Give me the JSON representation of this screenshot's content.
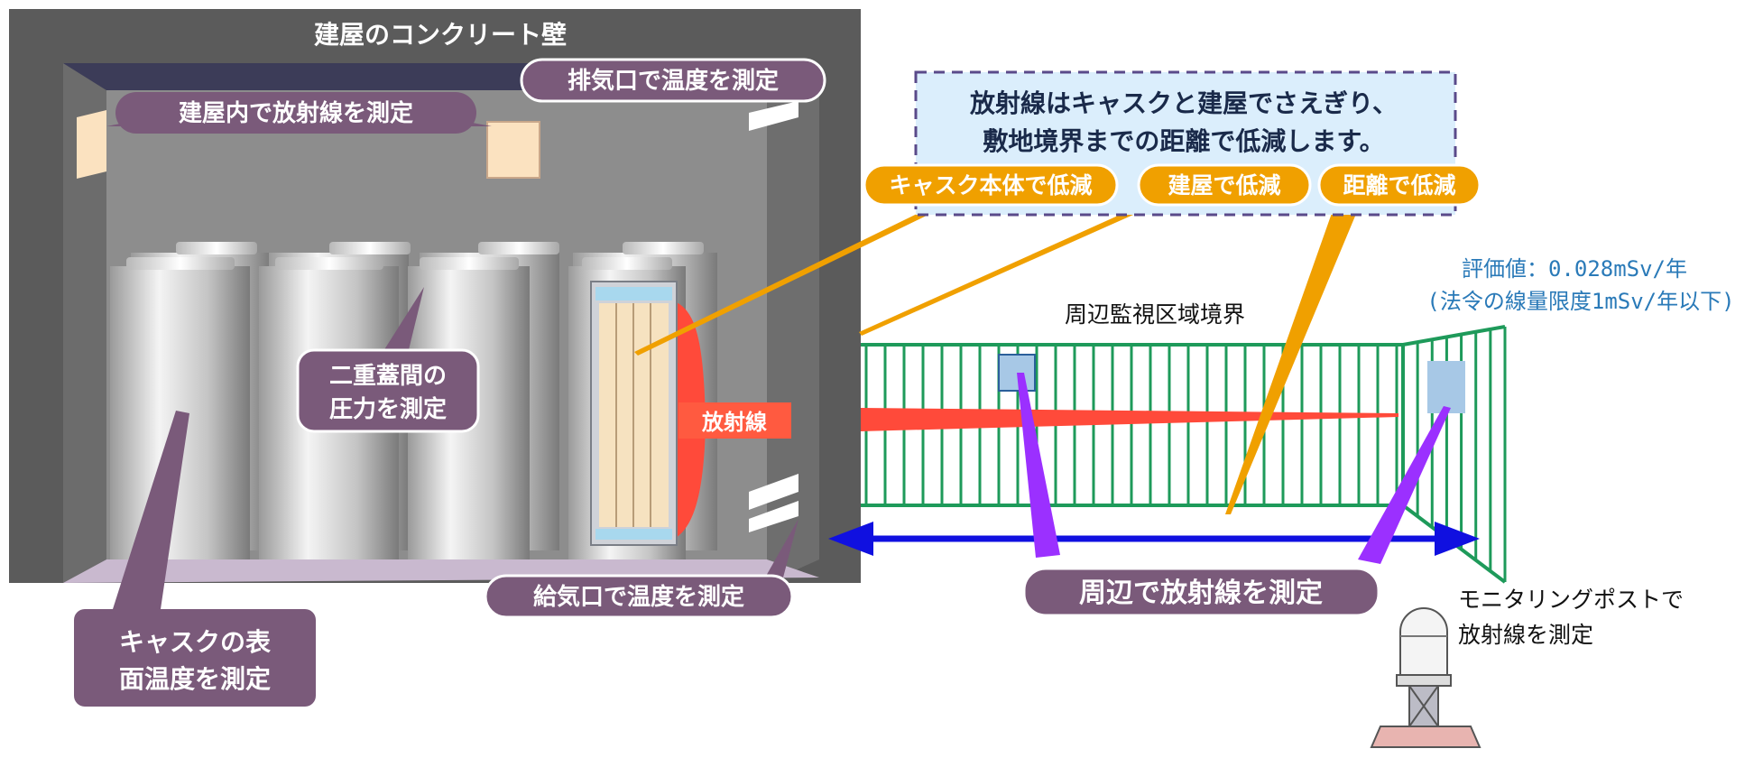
{
  "building": {
    "wall_title": "建屋のコンクリート壁",
    "exhaust_label": "排気口で温度を測定",
    "indoor_radiation_label": "建屋内で放射線を測定",
    "intake_label": "給気口で温度を測定",
    "lid_pressure_label": [
      "二重蓋間の",
      "圧力を測定"
    ],
    "cask_surface_label": [
      "キャスクの表",
      "面温度を測定"
    ],
    "radiation_tag": "放射線"
  },
  "note": {
    "lines": [
      "放射線はキャスクと建屋でさえぎり、",
      "敷地境界までの距離で低減します。"
    ],
    "tags": [
      "キャスク本体で低減",
      "建屋で低減",
      "距離で低減"
    ]
  },
  "boundary": {
    "title": "周辺監視区域境界",
    "eval_lines": [
      "評価値：0.028mSv/年",
      "(法令の線量限度1mSv/年以下)"
    ],
    "surround_label": "周辺で放射線を測定",
    "monitoring_post_lines": [
      "モニタリングポストで",
      "放射線を測定"
    ]
  },
  "colors": {
    "wall": "#5b5b5b",
    "wall_inner": "#8d8d8d",
    "label_purple": "#7a5a7a",
    "orange": "#f0a000",
    "fence_green": "#1e9a5a",
    "radiation_red": "#ff4a3a",
    "arrow_blue": "#1010e0",
    "note_bg": "#dbeefc",
    "eval_blue": "#2a7ab8",
    "indicator_purple": "#9b30ff"
  }
}
